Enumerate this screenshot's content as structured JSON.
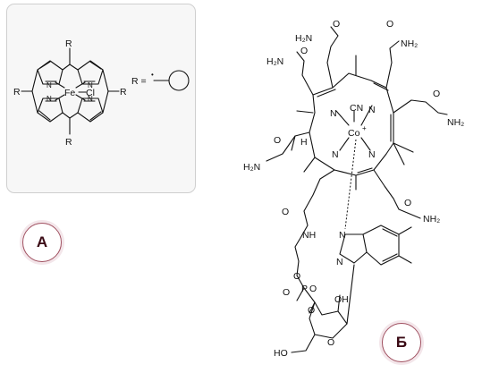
{
  "panel_a": {
    "substituent": "R",
    "metal": "Fe",
    "ligand": "Cl",
    "nitrogen": "N",
    "r_equals": "R =",
    "badge": "А"
  },
  "panel_b": {
    "metal": "Co",
    "charge": "+",
    "cyanide": "CN",
    "amide_h2n": "H₂N",
    "amide_nh2": "NH₂",
    "oxygen": "O",
    "nitrogen": "N",
    "nh": "NH",
    "hydrogen": "H",
    "phosphorus": "P",
    "hydroxyl_oh": "OH",
    "hydroxyl_ho": "HO",
    "badge": "Б"
  },
  "colors": {
    "badge_border": "#a05060",
    "badge_text": "#3a0a14",
    "panel_bg": "#f7f7f7"
  }
}
